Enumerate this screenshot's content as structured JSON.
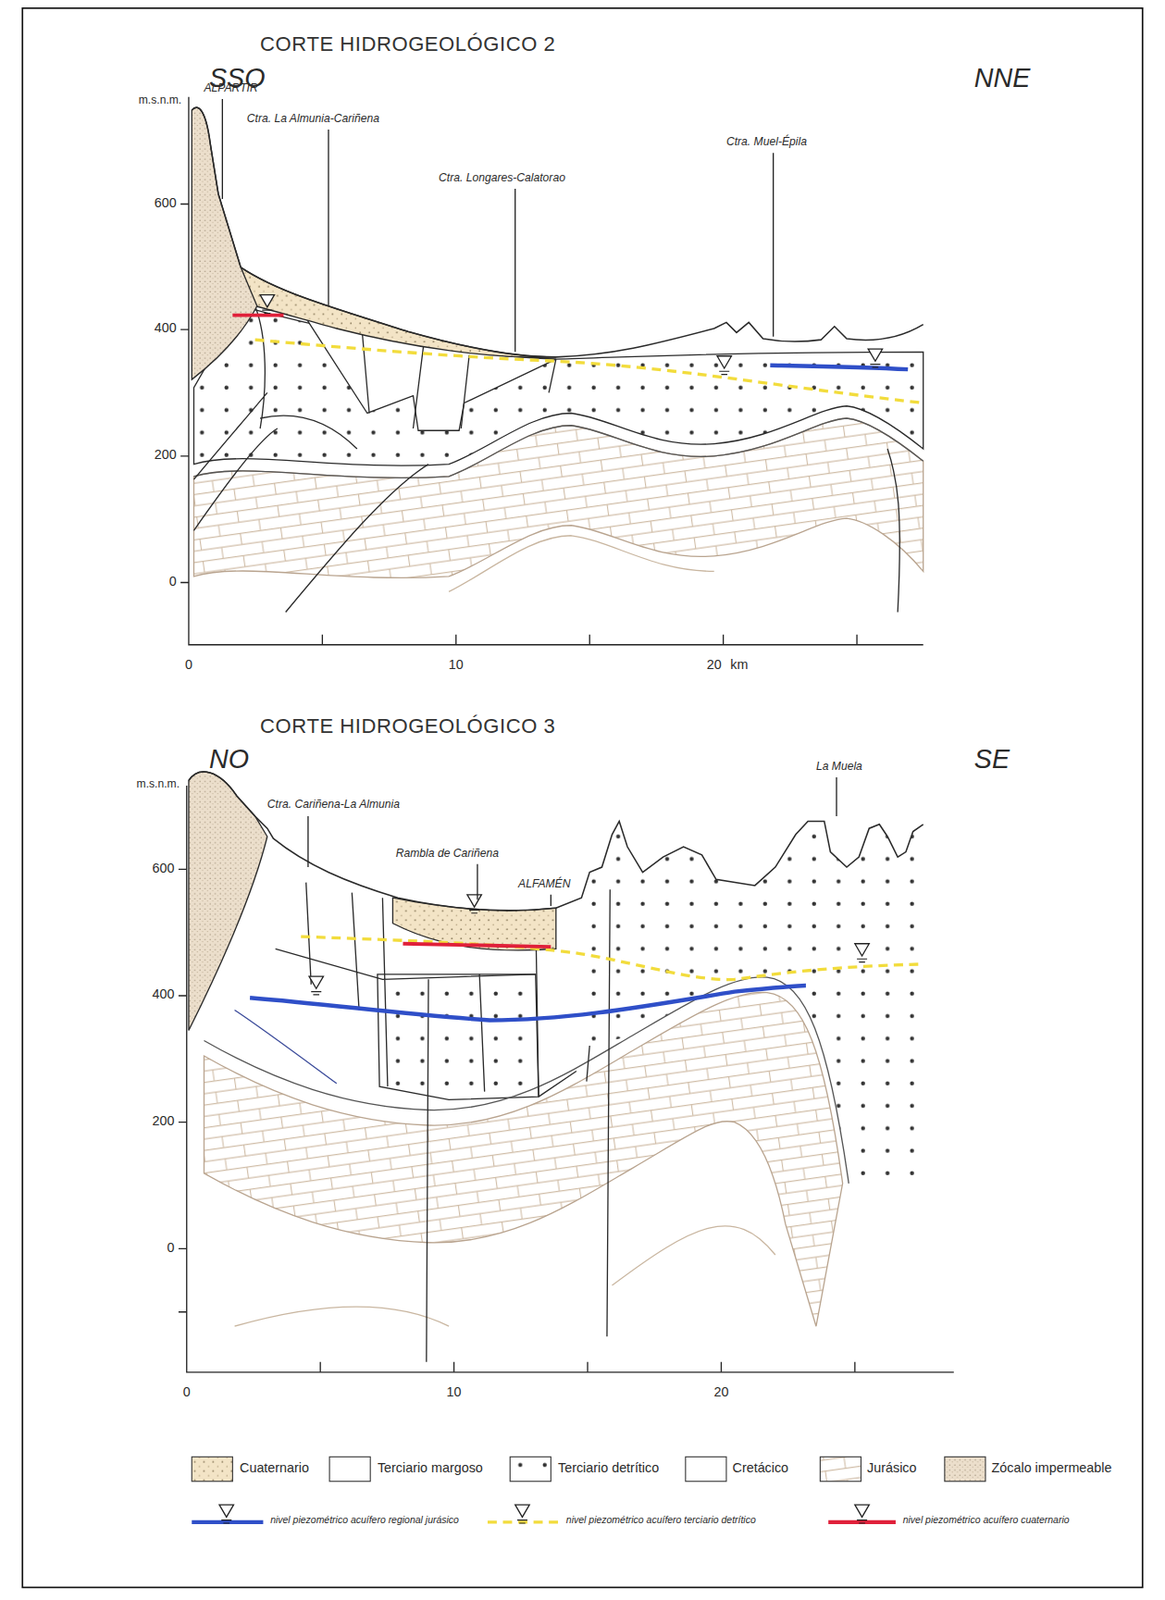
{
  "diagram": {
    "labels": [
      "CORTE HIDROGEOLÓGICO 2",
      "SSO",
      "NNE",
      "m.s.n.m.",
      "600",
      "400",
      "200",
      "0",
      "ALPARTIR",
      "Ctra. La Almunia-Cariñena",
      "Ctra. Longares-Calatorao",
      "Ctra. Muel-Épila",
      "0",
      "10",
      "20",
      "km",
      "CORTE HIDROGEOLÓGICO 3",
      "NO",
      "SE",
      "m.s.n.m.",
      "600",
      "400",
      "200",
      "0",
      "Ctra. Cariñena-La Almunia",
      "Rambla de Cariñena",
      "ALFAMÉN",
      "La Muela",
      "0",
      "10",
      "20"
    ],
    "legend": [
      {
        "text": "Cuaternario"
      },
      {
        "text": "Terciario margoso"
      },
      {
        "text": "Terciario detrítico"
      },
      {
        "text": "Cretácico"
      },
      {
        "text": "Jurásico"
      },
      {
        "text": "Zócalo impermeable"
      },
      {
        "text": "nivel piezométrico acuífero regional jurásico"
      },
      {
        "text": "nivel piezométrico acuífero terciario detrítico"
      },
      {
        "text": "nivel piezométrico acuífero cuaternario"
      }
    ]
  }
}
